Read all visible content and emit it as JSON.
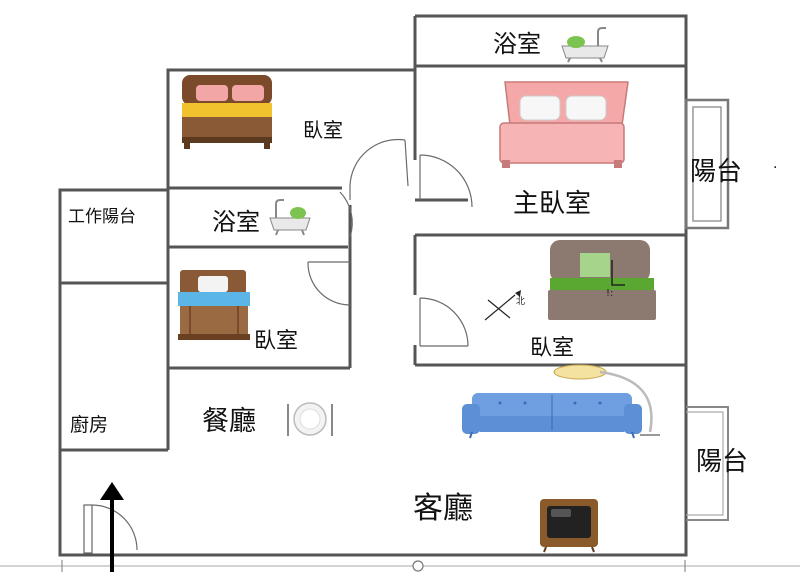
{
  "rooms": {
    "bath_top": "浴室",
    "bedroom_top": "臥室",
    "work_balcony": "工作陽台",
    "bath_mid": "浴室",
    "master_bedroom": "主臥室",
    "balcony_upper": "陽台",
    "bedroom_left": "臥室",
    "bedroom_right": "臥室",
    "kitchen": "廚房",
    "dining": "餐廳",
    "living": "客廳",
    "balcony_lower": "陽台"
  },
  "icons": [
    "bathtub-icon",
    "bed-icon",
    "sofa-icon",
    "floor-lamp-icon",
    "tv-icon",
    "plate-cutlery-icon",
    "entrance-arrow-icon"
  ],
  "colors": {
    "wall": "#555555",
    "bed_frame_brown": "#7a4a2a",
    "bed_yellow": "#f2c12e",
    "bed_pink": "#f3a6a6",
    "bed_green": "#5aa832",
    "bed_blue": "#5bb5e6",
    "sofa_blue": "#5b8fd6",
    "tub_green": "#7cc44f"
  }
}
